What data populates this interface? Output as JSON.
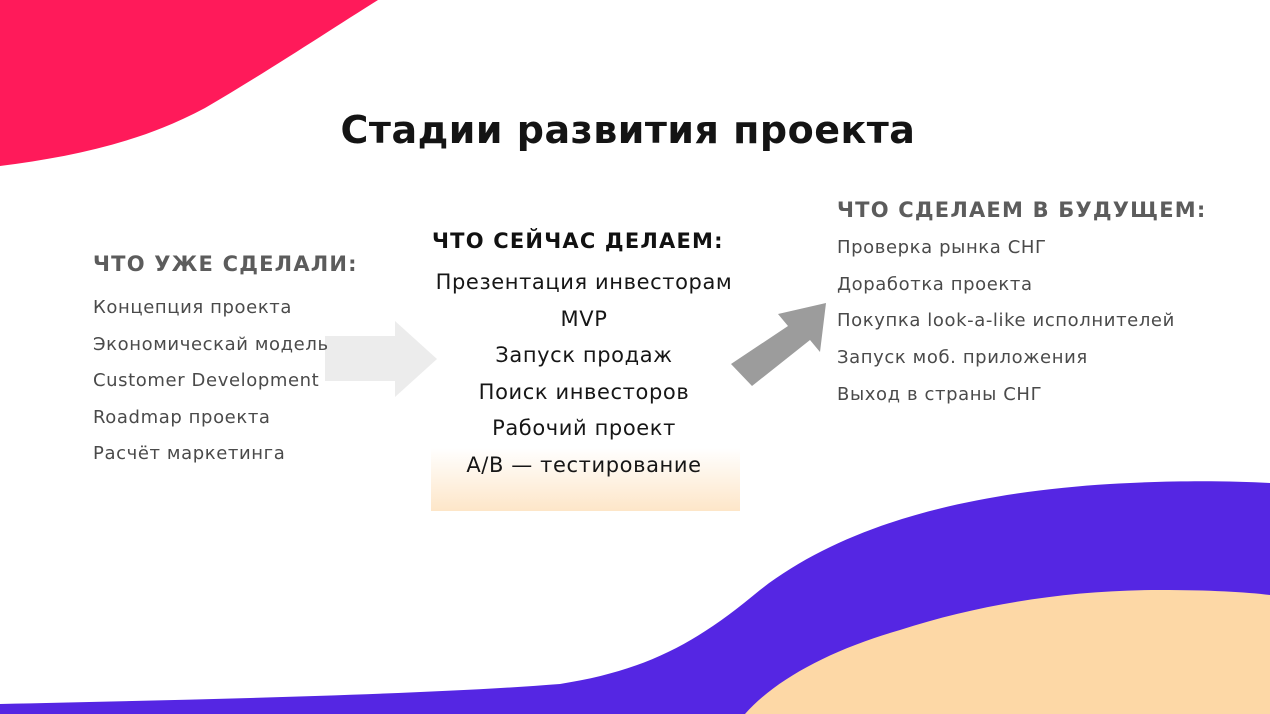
{
  "title": "Стадии развития проекта",
  "columns": {
    "done": {
      "heading": "ЧТО УЖЕ СДЕЛАЛИ:",
      "items": [
        "Концепция проекта",
        "Экономическай модель",
        "Customer Development",
        "Roadmap проекта",
        "Расчёт маркетинга"
      ]
    },
    "now": {
      "heading": "ЧТО СЕЙЧАС ДЕЛАЕМ:",
      "items": [
        "Презентация инвесторам",
        "MVP",
        "Запуск продаж",
        "Поиск инвесторов",
        "Рабочий проект",
        "A/B — тестирование"
      ]
    },
    "future": {
      "heading": "ЧТО СДЕЛАЕМ В БУДУЩЕМ:",
      "items": [
        "Проверка рынка СНГ",
        "Доработка проекта",
        "Покупка look-a-like исполнителей",
        "Запуск моб. приложения",
        "Выход в страны СНГ"
      ]
    }
  },
  "colors": {
    "top_blob": "#ff1a5a",
    "bottom_wave": "#5526e3",
    "bottom_fill": "#fdd8a6",
    "arrow_light": "#ebebeb",
    "arrow_dark": "#9c9c9c",
    "highlight": "#fde6c8"
  },
  "icons": {
    "arrow_1": "right-arrow",
    "arrow_2": "up-right-arrow"
  }
}
